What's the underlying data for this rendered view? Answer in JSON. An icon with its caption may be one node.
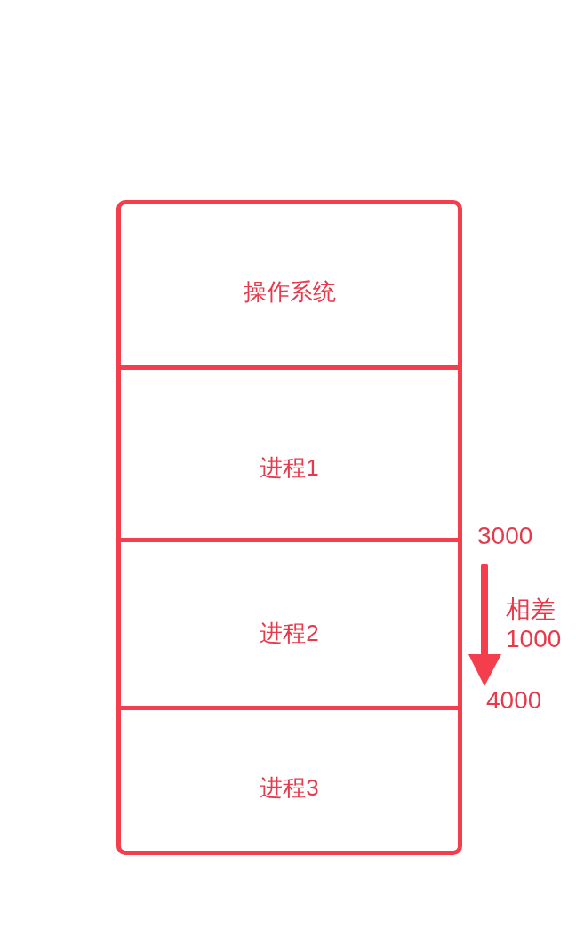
{
  "diagram": {
    "nodes": [
      {
        "text": [
          "操作系统"
        ]
      },
      {
        "text": [
          "进程1"
        ]
      },
      {
        "text": [
          "进程2"
        ]
      },
      {
        "text": [
          "进程3"
        ]
      }
    ],
    "labels": [
      "3000",
      "相差1000",
      "4000"
    ]
  }
}
